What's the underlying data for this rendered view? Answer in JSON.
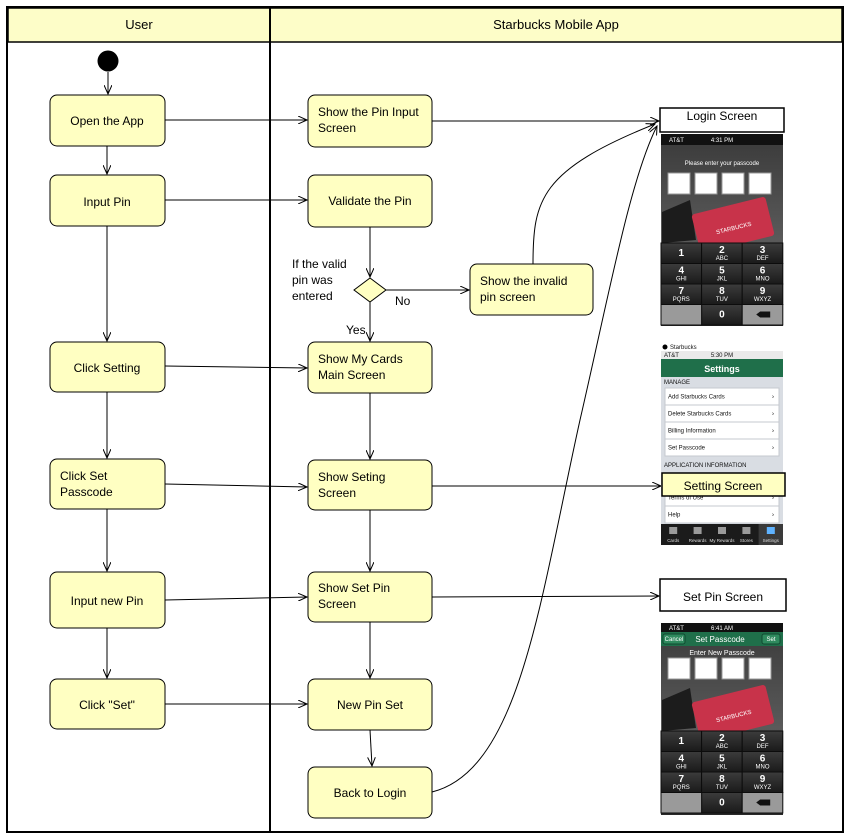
{
  "lanes": {
    "user": "User",
    "app": "Starbucks Mobile App"
  },
  "user_actions": {
    "open_app": "Open the App",
    "input_pin": "Input Pin",
    "click_setting": "Click Setting",
    "click_set_passcode_1": "Click Set",
    "click_set_passcode_2": "Passcode",
    "input_new_pin": "Input new Pin",
    "click_set": "Click \"Set\""
  },
  "app_actions": {
    "show_pin_input_1": "Show the Pin Input",
    "show_pin_input_2": "Screen",
    "validate_pin": "Validate the Pin",
    "show_my_cards_1": "Show My Cards",
    "show_my_cards_2": "Main Screen",
    "show_setting_1": "Show Seting",
    "show_setting_2": "Screen",
    "show_set_pin_1": "Show Set Pin",
    "show_set_pin_2": "Screen",
    "new_pin_set": "New Pin Set",
    "back_to_login": "Back to Login",
    "invalid_pin_1": "Show the invalid",
    "invalid_pin_2": "pin screen"
  },
  "decision": {
    "condition_1": "If the valid",
    "condition_2": "pin was",
    "condition_3": "entered",
    "yes": "Yes",
    "no": "No"
  },
  "screens": {
    "login": "Login Screen",
    "setting": "Setting Screen",
    "set_pin": "Set Pin Screen"
  },
  "login_phone": {
    "carrier": "AT&T",
    "time": "4:31 PM",
    "prompt": "Please enter your passcode",
    "card_brand": "STARBUCKS",
    "keys": [
      {
        "num": "1",
        "letters": ""
      },
      {
        "num": "2",
        "letters": "ABC"
      },
      {
        "num": "3",
        "letters": "DEF"
      },
      {
        "num": "4",
        "letters": "GHI"
      },
      {
        "num": "5",
        "letters": "JKL"
      },
      {
        "num": "6",
        "letters": "MNO"
      },
      {
        "num": "7",
        "letters": "PQRS"
      },
      {
        "num": "8",
        "letters": "TUV"
      },
      {
        "num": "9",
        "letters": "WXYZ"
      },
      {
        "num": "0",
        "letters": ""
      }
    ]
  },
  "settings_phone": {
    "app": "Starbucks",
    "carrier": "AT&T",
    "time": "5:30 PM",
    "title": "Settings",
    "section_manage": "MANAGE",
    "items": [
      "Add Starbucks Cards",
      "Delete Starbucks Cards",
      "Billing Information",
      "Set Passcode"
    ],
    "section_info": "APPLICATION INFORMATION",
    "items_info": [
      "Terms of Use",
      "Help"
    ],
    "tabs": [
      "Cards",
      "Rewards",
      "My Rewards",
      "Stores",
      "Settings"
    ]
  },
  "setpin_phone": {
    "carrier": "AT&T",
    "time": "6:41 AM",
    "cancel": "Cancel",
    "title": "Set Passcode",
    "set": "Set",
    "prompt": "Enter New Passcode"
  },
  "colors": {
    "node_fill": "#ffffc2",
    "lane_header": "#fdfdc8",
    "outline": "#000000",
    "phone_dark": "#2b2b2b",
    "starbucks_green": "#1f6f4a"
  }
}
